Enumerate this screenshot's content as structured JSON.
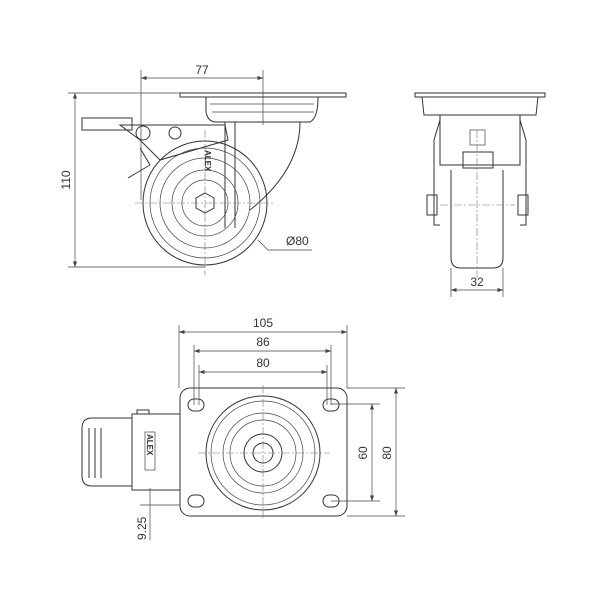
{
  "side_view": {
    "dim_width": "77",
    "dim_height": "110",
    "dim_wheel_diameter": "Ø80",
    "logo": "ALEX"
  },
  "front_view": {
    "dim_wheel_width": "32"
  },
  "bottom_view": {
    "dim_plate_length": "105",
    "dim_hole_outer": "86",
    "dim_hole_inner": "80",
    "dim_hole_spacing": "60",
    "dim_plate_width": "80",
    "dim_offset": "9.25",
    "logo": "ALEX"
  },
  "colors": {
    "line": "#333333",
    "background": "#ffffff"
  }
}
